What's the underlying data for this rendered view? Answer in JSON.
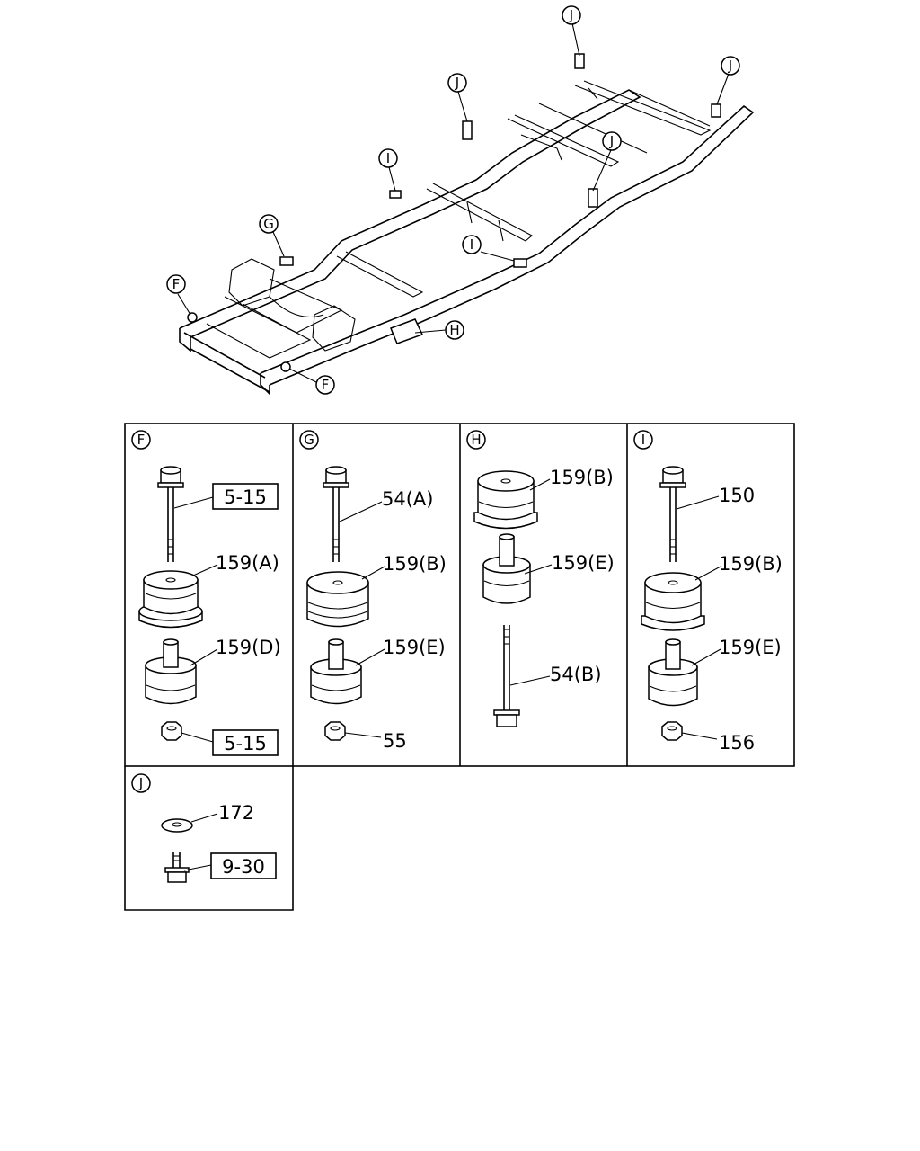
{
  "overview": {
    "callouts": [
      "J",
      "J",
      "J",
      "J",
      "I",
      "I",
      "G",
      "F",
      "F",
      "H"
    ]
  },
  "panels": {
    "F": {
      "letter": "F",
      "labels": [
        "5-15",
        "159(A)",
        "159(D)",
        "5-15"
      ]
    },
    "G": {
      "letter": "G",
      "labels": [
        "54(A)",
        "159(B)",
        "159(E)",
        "55"
      ]
    },
    "H": {
      "letter": "H",
      "labels": [
        "159(B)",
        "159(E)",
        "54(B)"
      ]
    },
    "I": {
      "letter": "I",
      "labels": [
        "150",
        "159(B)",
        "159(E)",
        "156"
      ]
    },
    "J": {
      "letter": "J",
      "labels": [
        "172",
        "9-30"
      ]
    }
  }
}
